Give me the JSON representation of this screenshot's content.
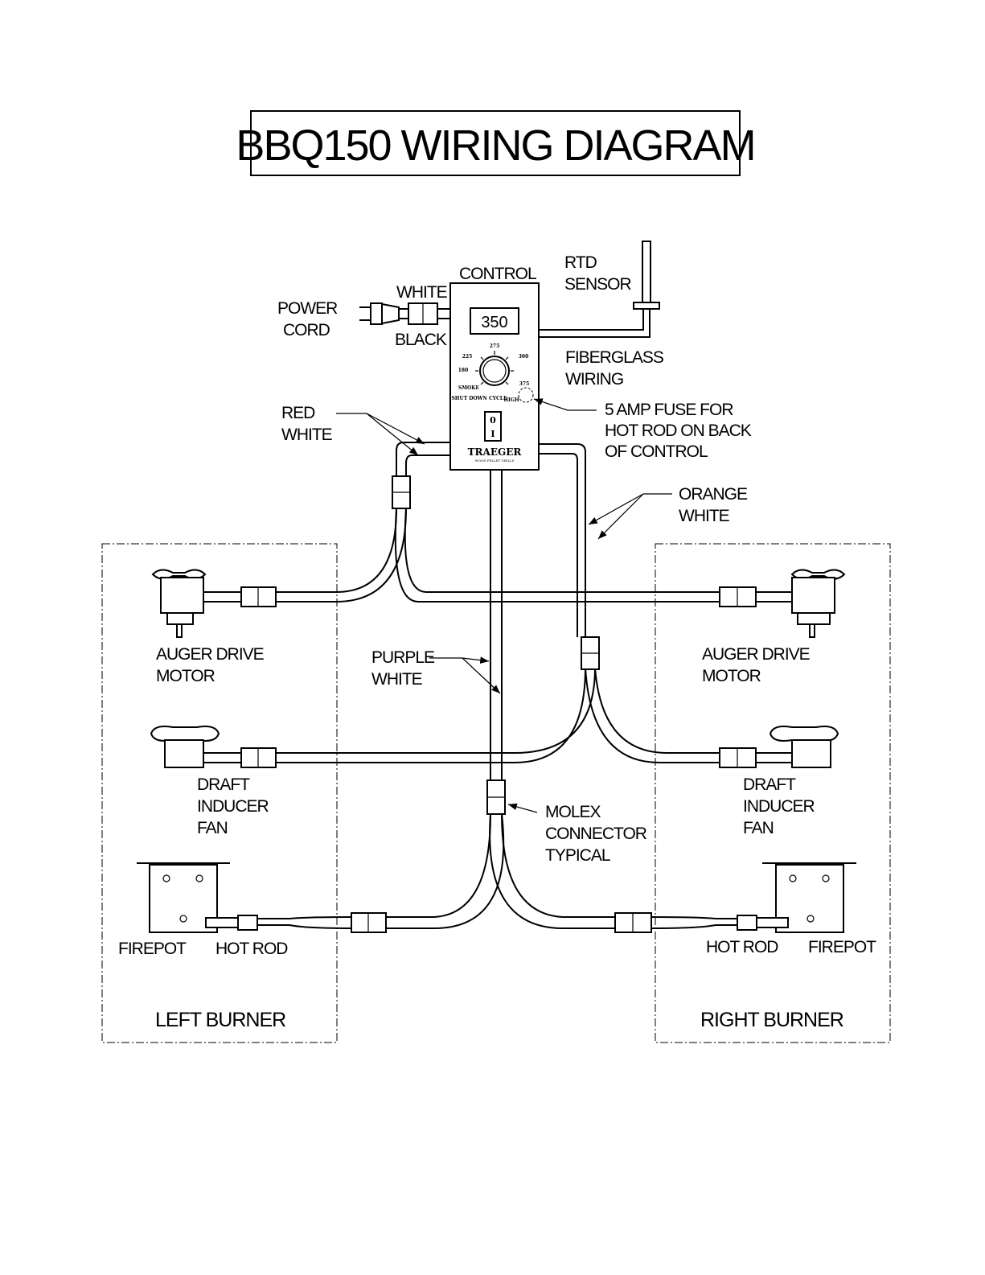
{
  "title": "BBQ150 WIRING DIAGRAM",
  "control": {
    "label": "CONTROL",
    "display_value": "350",
    "dial_labels": [
      "275",
      "225",
      "180",
      "SMOKE",
      "SHUT DOWN CYCLE",
      "HIGH",
      "375",
      "300"
    ],
    "switch_labels": [
      "0",
      "I"
    ],
    "brand": "TRAEGER",
    "brand_sub": "WOOD PELLET GRILLS"
  },
  "labels": {
    "power_cord": [
      "POWER",
      "CORD"
    ],
    "white": "WHITE",
    "black": "BLACK",
    "rtd_sensor": [
      "RTD",
      "SENSOR"
    ],
    "fiberglass_wiring": [
      "FIBERGLASS",
      "WIRING"
    ],
    "fuse_note": [
      "5 AMP FUSE FOR",
      "HOT ROD ON BACK",
      "OF CONTROL"
    ],
    "red_white": [
      "RED",
      "WHITE"
    ],
    "orange_white": [
      "ORANGE",
      "WHITE"
    ],
    "purple_white": [
      "PURPLE",
      "WHITE"
    ],
    "molex": [
      "MOLEX",
      "CONNECTOR",
      "TYPICAL"
    ]
  },
  "left_burner": {
    "title": "LEFT BURNER",
    "auger": [
      "AUGER DRIVE",
      "MOTOR"
    ],
    "draft": [
      "DRAFT",
      "INDUCER",
      "FAN"
    ],
    "firepot": "FIREPOT",
    "hot_rod": "HOT ROD"
  },
  "right_burner": {
    "title": "RIGHT BURNER",
    "auger": [
      "AUGER DRIVE",
      "MOTOR"
    ],
    "draft": [
      "DRAFT",
      "INDUCER",
      "FAN"
    ],
    "firepot": "FIREPOT",
    "hot_rod": "HOT ROD"
  }
}
